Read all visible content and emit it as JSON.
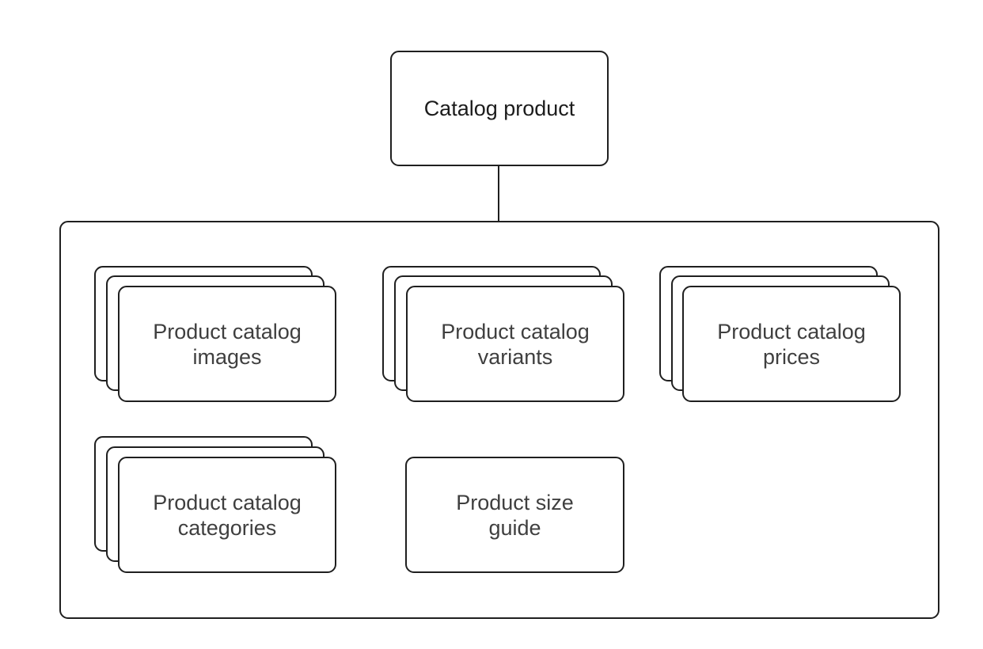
{
  "diagram": {
    "root": {
      "label": "Catalog product"
    },
    "children": [
      {
        "id": "images",
        "label": "Product catalog\nimages",
        "stacked": true
      },
      {
        "id": "variants",
        "label": "Product catalog\nvariants",
        "stacked": true
      },
      {
        "id": "prices",
        "label": "Product catalog\nprices",
        "stacked": true
      },
      {
        "id": "categories",
        "label": "Product catalog\ncategories",
        "stacked": true
      },
      {
        "id": "size-guide",
        "label": "Product size\nguide",
        "stacked": false
      }
    ]
  }
}
